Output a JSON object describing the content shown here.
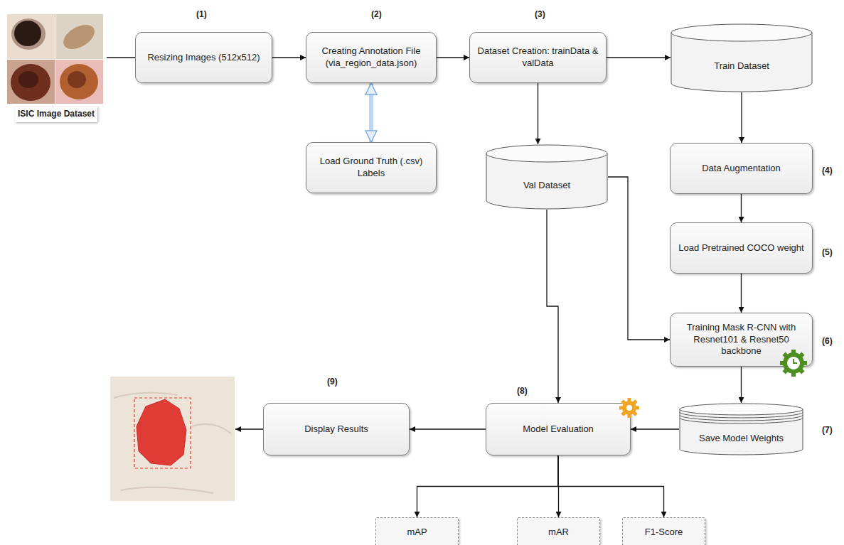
{
  "diagram": {
    "nodes": [
      {
        "text": [
          "ISIC Image Dataset"
        ]
      },
      {
        "text": [
          "Resizing Images (512x512)"
        ]
      },
      {
        "text": [
          "Creating Annotation File (via_region_data.json)"
        ]
      },
      {
        "text": [
          "Load Ground Truth (.csv) Labels"
        ]
      },
      {
        "text": [
          "Dataset Creation: trainData & valData"
        ]
      },
      {
        "text": [
          "Train Dataset"
        ]
      },
      {
        "text": [
          "Val Dataset"
        ]
      },
      {
        "text": [
          "Data Augmentation"
        ]
      },
      {
        "text": [
          "Load Pretrained COCO weight"
        ]
      },
      {
        "text": [
          "Training Mask R-CNN with Resnet101 & Resnet50 backbone"
        ]
      },
      {
        "text": [
          "Save Model Weights"
        ]
      },
      {
        "text": [
          "Model Evaluation"
        ]
      },
      {
        "text": [
          "Display Results"
        ]
      },
      {
        "text": [
          "mAP"
        ]
      },
      {
        "text": [
          "mAR"
        ]
      },
      {
        "text": [
          "F1-Score"
        ]
      }
    ],
    "edges": [
      {
        "from": 0,
        "to": 1,
        "arrow": "none"
      },
      {
        "from": 1,
        "to": 2,
        "arrow": "to"
      },
      {
        "from": 2,
        "to": 3,
        "arrow": "both"
      },
      {
        "from": 2,
        "to": 4,
        "arrow": "to"
      },
      {
        "from": 4,
        "to": 5,
        "arrow": "to"
      },
      {
        "from": 4,
        "to": 6,
        "arrow": "to"
      },
      {
        "from": 5,
        "to": 7,
        "arrow": "to"
      },
      {
        "from": 7,
        "to": 8,
        "arrow": "to"
      },
      {
        "from": 8,
        "to": 9,
        "arrow": "to"
      },
      {
        "from": 6,
        "to": 9,
        "arrow": "to"
      },
      {
        "from": 9,
        "to": 10,
        "arrow": "to"
      },
      {
        "from": 10,
        "to": 11,
        "arrow": "to"
      },
      {
        "from": 6,
        "to": 11,
        "arrow": "to"
      },
      {
        "from": 11,
        "to": 12,
        "arrow": "to"
      },
      {
        "from": 11,
        "to": 13,
        "arrow": "to"
      },
      {
        "from": 11,
        "to": 14,
        "arrow": "to"
      },
      {
        "from": 11,
        "to": 15,
        "arrow": "to"
      }
    ],
    "labels": [
      "(1)",
      "(2)",
      "(3)",
      "(4)",
      "(5)",
      "(6)",
      "(7)",
      "(8)",
      "(9)"
    ]
  }
}
